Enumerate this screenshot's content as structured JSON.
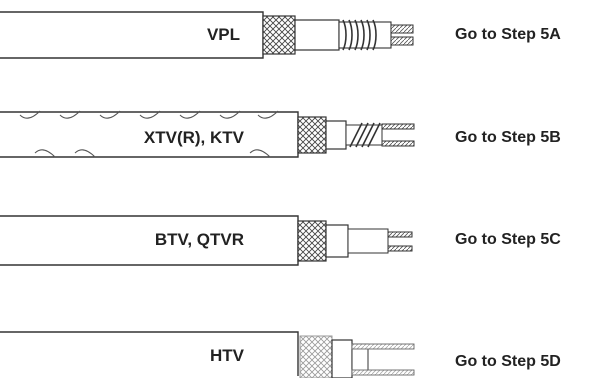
{
  "cables": [
    {
      "label": "VPL",
      "step": "Go to Step 5A"
    },
    {
      "label": "XTV(R), KTV",
      "step": "Go to Step 5B"
    },
    {
      "label": "BTV, QTVR",
      "step": "Go to Step 5C"
    },
    {
      "label": "HTV",
      "step": "Go to Step 5D"
    }
  ],
  "colors": {
    "line": "#333333",
    "text": "#222222",
    "background": "#ffffff"
  }
}
